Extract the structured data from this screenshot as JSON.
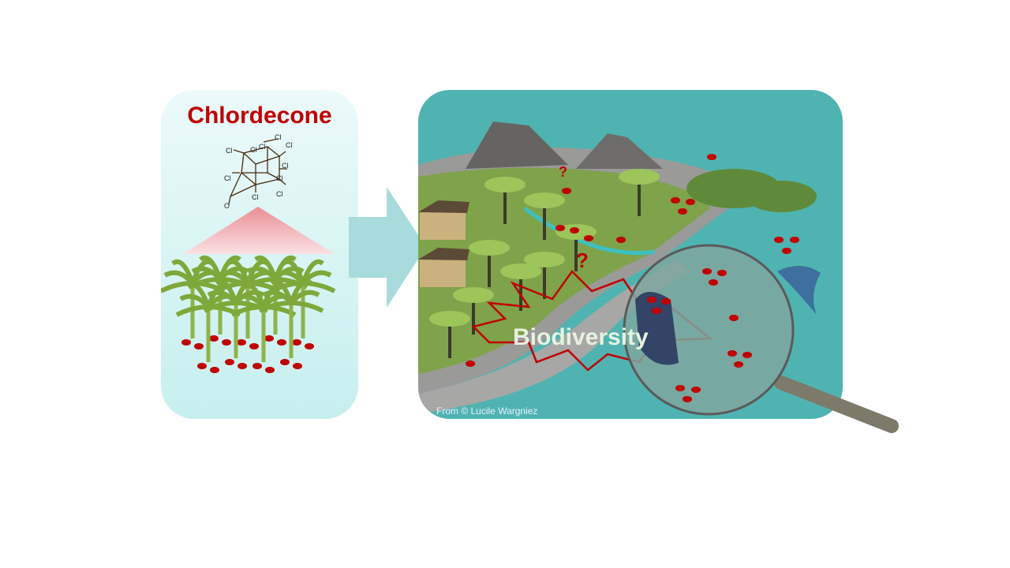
{
  "left_panel": {
    "title": "Chlordecone",
    "molecule_labels": [
      "Cl",
      "Cl",
      "Cl",
      "Cl",
      "Cl",
      "Cl",
      "Cl",
      "Cl",
      "Cl",
      "Cl",
      "O"
    ]
  },
  "right_panel": {
    "question_marks": [
      "?",
      "?"
    ],
    "center_label": "Biodiversity",
    "credit": "From © Lucile Wargniez"
  },
  "colors": {
    "title": "#c00000",
    "arrow": "#a8dcdc",
    "sea": "#4fb4b1",
    "contaminant": "#c00000"
  }
}
